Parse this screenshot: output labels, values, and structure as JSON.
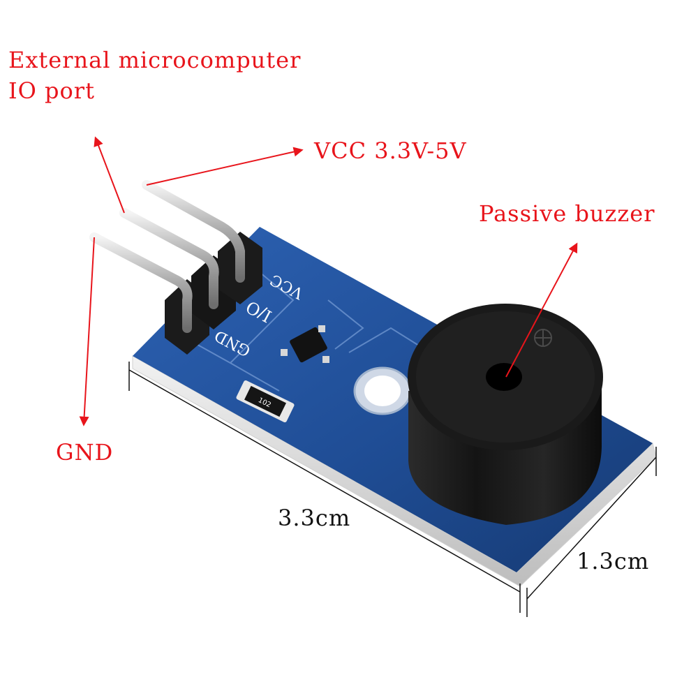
{
  "annotations": {
    "io_port_line1": "External microcomputer",
    "io_port_line2": "IO port",
    "vcc": "VCC 3.3V-5V",
    "buzzer": "Passive buzzer",
    "gnd": "GND"
  },
  "dimensions": {
    "length": "3.3cm",
    "width": "1.3cm"
  },
  "board_silkscreen": {
    "vcc": "VCC",
    "io": "I/O",
    "gnd": "GND",
    "resistor_code": "102"
  },
  "colors": {
    "annotation": "#e8141b",
    "dimension_text": "#111111",
    "pcb": "#1f4d95",
    "buzzer": "#151515"
  }
}
